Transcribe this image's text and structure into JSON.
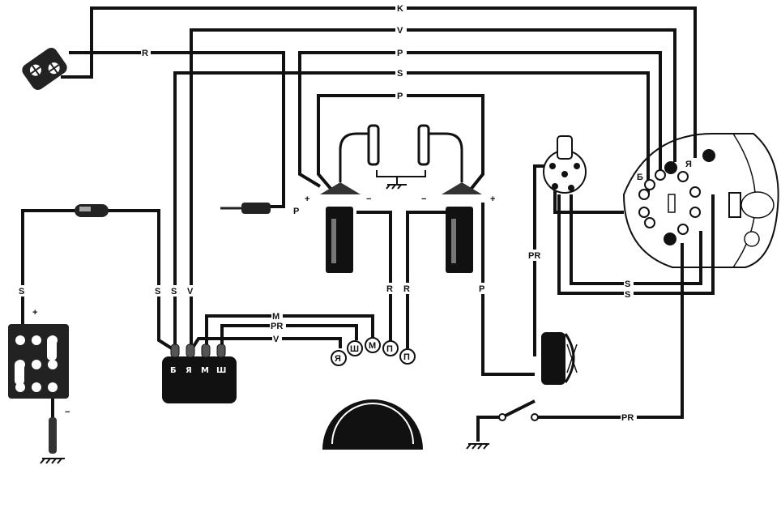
{
  "wires": {
    "top_k": "K",
    "top_v": "V",
    "top_r": "R",
    "top_p": "P",
    "top_s": "S",
    "inner_p": "P",
    "plug_p": "P",
    "left_s": "S",
    "reg_s1": "S",
    "reg_s2": "S",
    "reg_v": "V",
    "gen_m": "M",
    "gen_pr": "PR",
    "gen_v": "V",
    "coil_r1": "R",
    "coil_r2": "R",
    "horn_p": "P",
    "switch_pr": "PR",
    "head_s1": "S",
    "head_s2": "S",
    "bottom_pr": "PR"
  },
  "polarity": {
    "plus": "+",
    "minus": "−"
  },
  "regulator_terminals": [
    "Б",
    "Я",
    "М",
    "Ш"
  ],
  "generator_terminals": [
    "Я",
    "Ш",
    "М",
    "П",
    "П"
  ],
  "headlight_terminals": [
    "Б",
    "Я"
  ]
}
